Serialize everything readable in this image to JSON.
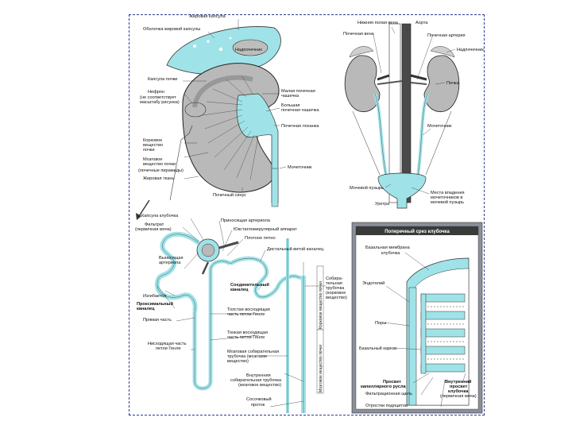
{
  "colors": {
    "cyan": "#9fe3e8",
    "gray": "#b9b9b9",
    "dark": "#3a3a3a",
    "frame": "#2b3a8f",
    "panel": "#8a8f99"
  },
  "kidney_section": {
    "fat_capsule": "Жировая капсула",
    "fat_capsule_shell": "Оболочка жировой капсулы",
    "adrenal": "Надпочечник",
    "renal_capsule": "Капсула почки",
    "nephron": "Нефрон",
    "nephron_note1": "(не соответствует",
    "nephron_note2": "масштабу рисунка)",
    "minor_calyx1": "Малая почечная",
    "minor_calyx2": "чашечка",
    "major_calyx1": "Большая",
    "major_calyx2": "почечная чашечка",
    "renal_pelvis": "Почечная лоханка",
    "cortex1": "Корковое",
    "cortex2": "вещество",
    "cortex3": "почки",
    "medulla1": "Мозговое",
    "medulla2": "вещество почки",
    "pyramids": "(почечные пирамиды)",
    "fat_tissue": "Жировая ткань",
    "ureter": "Мочеточник",
    "renal_sinus": "Почечный синус"
  },
  "urinary_system": {
    "ivc": "Нижняя полая вена",
    "aorta": "Аорта",
    "renal_vein": "Почечная вена",
    "renal_artery": "Почечная артерия",
    "adrenal": "Надпочечник",
    "kidney": "Почка",
    "ureter": "Мочеточник",
    "bladder": "Мочевой пузырь",
    "urethra": "Уретра",
    "bladder_openings1": "Места впадения",
    "bladder_openings2": "мочеточников в",
    "bladder_openings3": "мочевой пузырь"
  },
  "nephron": {
    "glom_capsule": "Капсула клубочка",
    "filtrate1": "Фильтрат",
    "filtrate2": "(первичная моча)",
    "afferent": "Приносящая артериола",
    "jga": "Юкстагломерулярный аппарат",
    "macula": "Плотное пятно",
    "dct": "Дистальный витой каналец",
    "efferent1": "Выносящая",
    "efferent2": "артериола",
    "filtrate_flow": "Изгибается",
    "pct1": "Проксимальный",
    "pct2": "каналец",
    "straight": "Прямая часть",
    "connecting1": "Соединительный",
    "connecting2": "каналец",
    "thick_asc1": "Толстая восходящая",
    "thick_asc2": "часть петли Генле",
    "collecting1": "Собира-",
    "collecting2": "тельная",
    "collecting3": "трубочка",
    "collecting4": "(корковое",
    "collecting5": "вещество)",
    "cortex_band": "Корковое вещество почки",
    "medulla_band": "Мозговое вещество почки",
    "thin_desc1": "Нисходящая часть",
    "thin_desc2": "петли Генле",
    "thin_asc1": "Тонкая восходящая",
    "thin_asc2": "часть петли Генле",
    "medullary_ct1": "Мозговая собирательная",
    "medullary_ct2": "трубочка (мозговое",
    "medullary_ct3": "вещество)",
    "inner_ct1": "Внутренняя",
    "inner_ct2": "собирательная трубочка",
    "inner_ct3": "(мозговое вещество)",
    "papillary1": "Сосочковый",
    "papillary2": "проток"
  },
  "glomerulus_section": {
    "title": "Поперечный срез клубочка",
    "basement1": "Базальная мембрана",
    "basement2": "клубочка",
    "endothelium": "Эндотелий",
    "pores": "Поры",
    "podocyte": "Базальный каркас",
    "capillary1": "Просвет",
    "capillary2": "капиллярного русла",
    "slit": "Фильтрационная щель",
    "foot": "Отростки подоцитов",
    "inner1": "Внутренний",
    "inner2": "просвет",
    "inner3": "клубочка",
    "inner4": "(первичная моча)"
  }
}
